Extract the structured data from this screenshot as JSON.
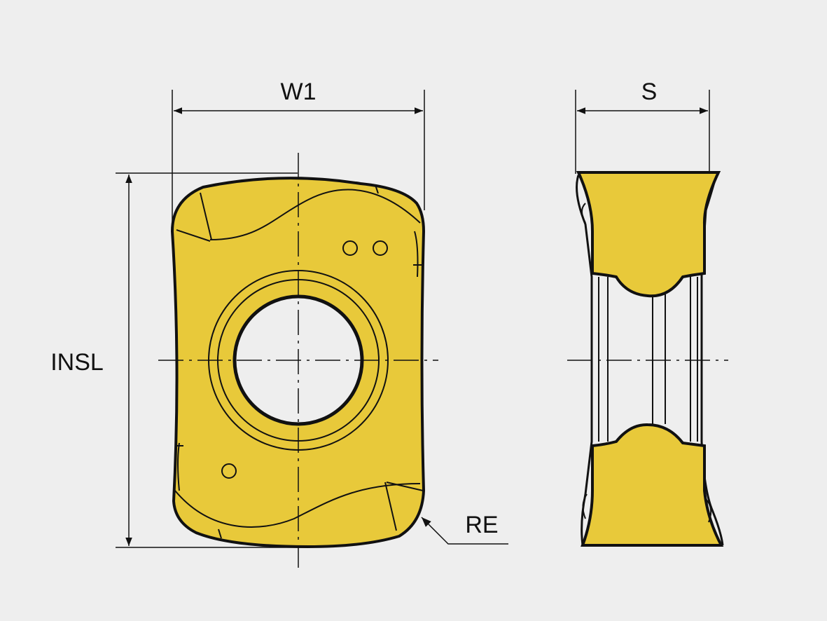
{
  "colors": {
    "background": "#eeeeee",
    "insert_fill": "#e8c93a",
    "outline": "#111111"
  },
  "labels": {
    "w1": "W1",
    "s": "S",
    "insl": "INSL",
    "re": "RE"
  }
}
